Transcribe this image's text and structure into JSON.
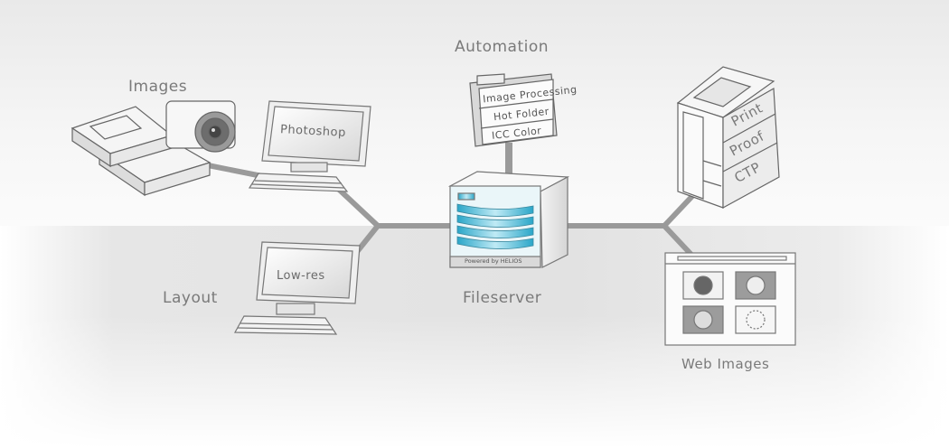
{
  "labels": {
    "images": "Images",
    "automation": "Automation",
    "layout": "Layout",
    "fileserver": "Fileserver",
    "web_images": "Web Images"
  },
  "monitors": {
    "photoshop": "Photoshop",
    "lowres": "Low-res"
  },
  "automation_sign": [
    "Image Processing",
    "Hot Folder",
    "ICC Color"
  ],
  "fileserver_badge": "Powered by HELIOS",
  "output_device": [
    "Print",
    "Proof",
    "CTP"
  ],
  "colors": {
    "accent_cyan": "#3fb6d4",
    "connector": "#9a9a9a",
    "label": "#7a7a7a"
  }
}
